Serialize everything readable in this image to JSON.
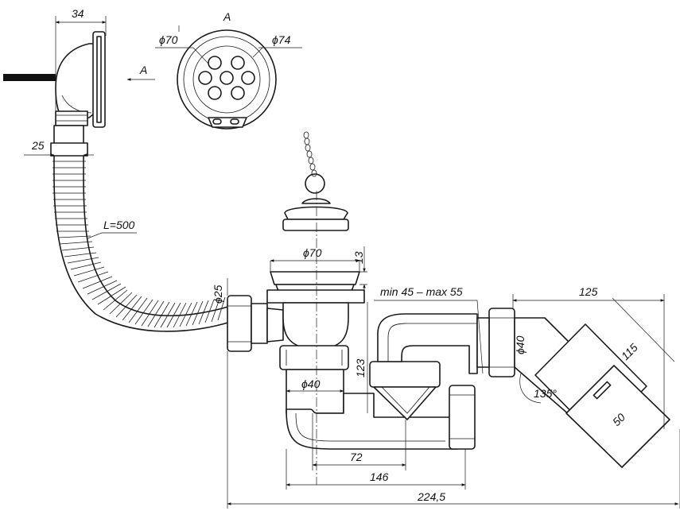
{
  "labels": {
    "view_a_title": "A",
    "view_arrow": "A",
    "dim_34": "34",
    "dim_phi70_top": "ϕ70",
    "dim_phi74": "ϕ74",
    "dim_25_horiz": "25",
    "hose_length": "L=500",
    "dim_phi25": "ϕ25",
    "dim_phi70_flange": "ϕ70",
    "dim_13": "13",
    "dim_minmax": "min 45 – max 55",
    "dim_125": "125",
    "dim_phi40_right": "ϕ40",
    "dim_115": "115",
    "dim_123": "123",
    "dim_phi40_body": "ϕ40",
    "dim_135": "135°",
    "dim_50": "50",
    "dim_72": "72",
    "dim_146": "146",
    "dim_224": "224,5"
  }
}
